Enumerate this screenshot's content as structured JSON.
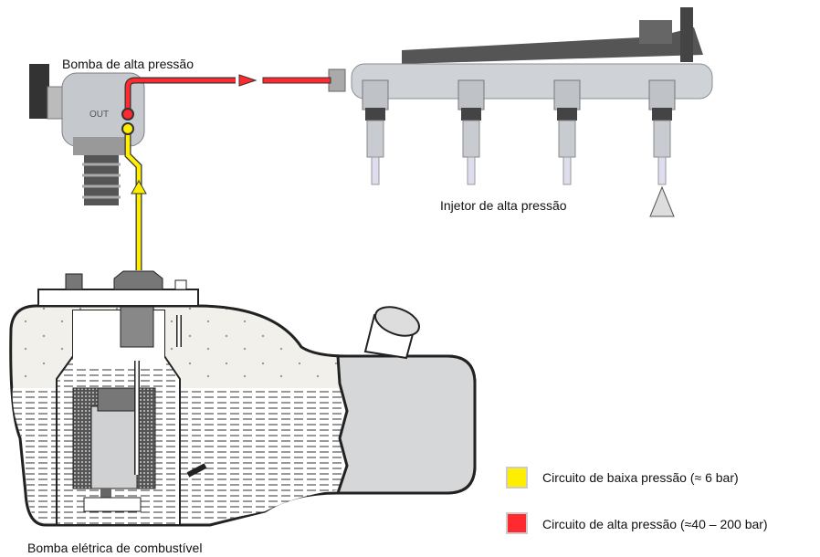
{
  "labels": {
    "high_pressure_pump": "Bomba de alta pressão",
    "injector": "Injetor de alta pressão",
    "electric_pump": "Bomba elétrica de combustível",
    "pump_out_marking": "OUT"
  },
  "legend": [
    {
      "label": "Circuito de baixa pressão (≈ 6 bar)",
      "color": "#ffee00"
    },
    {
      "label": "Circuito de alta pressão (≈40 – 200 bar)",
      "color": "#ff2a30"
    }
  ],
  "colors": {
    "low": "#ffee00",
    "high": "#ff2a30",
    "metal": "#c9ccd0",
    "dark": "#6e6e6e"
  }
}
